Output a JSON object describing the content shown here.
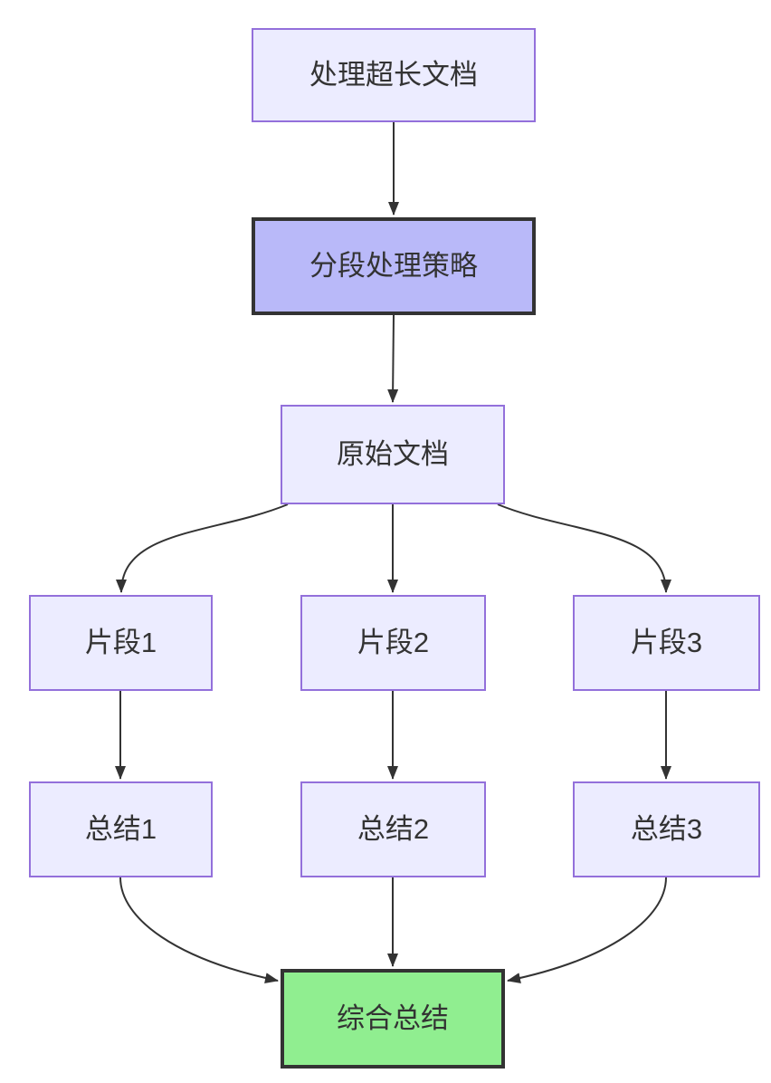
{
  "diagram": {
    "type": "flowchart",
    "direction": "top-down",
    "nodes": [
      {
        "id": "A",
        "label": "处理超长文档",
        "style": "default"
      },
      {
        "id": "B",
        "label": "分段处理策略",
        "style": "emphasis"
      },
      {
        "id": "C",
        "label": "原始文档",
        "style": "default"
      },
      {
        "id": "D1",
        "label": "片段1",
        "style": "default"
      },
      {
        "id": "D2",
        "label": "片段2",
        "style": "default"
      },
      {
        "id": "D3",
        "label": "片段3",
        "style": "default"
      },
      {
        "id": "E1",
        "label": "总结1",
        "style": "default"
      },
      {
        "id": "E2",
        "label": "总结2",
        "style": "default"
      },
      {
        "id": "E3",
        "label": "总结3",
        "style": "default"
      },
      {
        "id": "F",
        "label": "综合总结",
        "style": "result"
      }
    ],
    "edges": [
      {
        "from": "A",
        "to": "B"
      },
      {
        "from": "B",
        "to": "C"
      },
      {
        "from": "C",
        "to": "D1"
      },
      {
        "from": "C",
        "to": "D2"
      },
      {
        "from": "C",
        "to": "D3"
      },
      {
        "from": "D1",
        "to": "E1"
      },
      {
        "from": "D2",
        "to": "E2"
      },
      {
        "from": "D3",
        "to": "E3"
      },
      {
        "from": "E1",
        "to": "F"
      },
      {
        "from": "E2",
        "to": "F"
      },
      {
        "from": "E3",
        "to": "F"
      }
    ],
    "colors": {
      "node_fill": "#ECECFF",
      "node_border": "#9370DB",
      "emphasis_fill": "#B9B9F9",
      "emphasis_border": "#333333",
      "result_fill": "#90EE90",
      "result_border": "#333333",
      "edge": "#333333",
      "text": "#333333",
      "background": "#FFFFFF"
    }
  }
}
